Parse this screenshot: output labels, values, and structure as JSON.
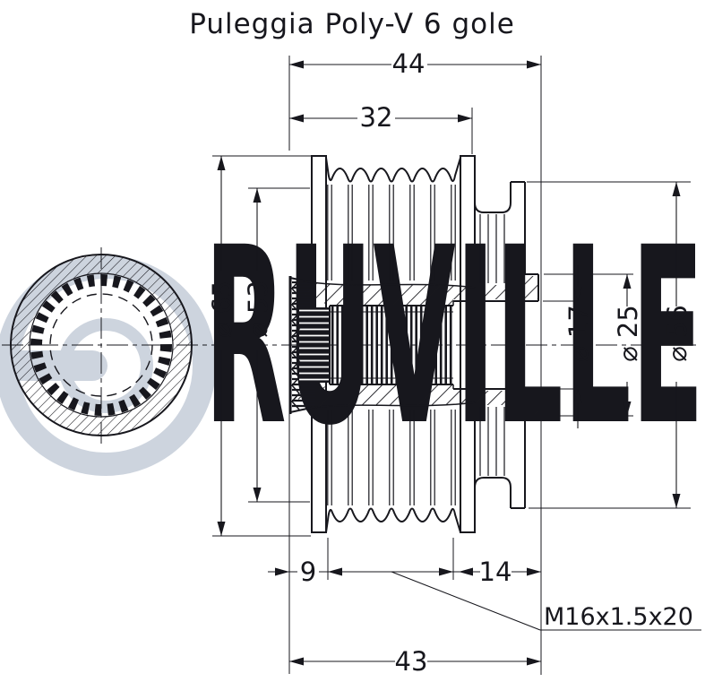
{
  "title": "Puleggia Poly-V 6 gole",
  "watermark": {
    "text": "RUVILLE",
    "color": "#cdd4de"
  },
  "colors": {
    "line": "#17171d",
    "background": "#ffffff",
    "watermark": "#cdd4de"
  },
  "drawing": {
    "type": "technical-section-drawing",
    "views": [
      "front-view-splined-bore",
      "cross-section-view"
    ],
    "groove_count": 6
  },
  "dims": {
    "overall_width": "44",
    "groove_band_width": "32",
    "outer_diameter": "⌀ 65",
    "groove_root_diameter": "⌀ 53",
    "bore_diameter": "⌀ 17",
    "hub_diameter": "⌀ 25",
    "rear_flange_diameter": "⌀ 56",
    "hub_protrusion": "9",
    "rear_section_width": "14",
    "total_length": "43",
    "thread_spec": "M16x1.5x20"
  }
}
